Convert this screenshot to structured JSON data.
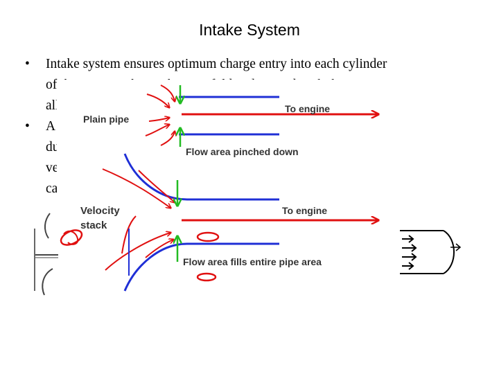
{
  "slide": {
    "title": "Intake System",
    "bullets": [
      {
        "marker": "•",
        "lines": [
          "Intake system ensures optimum charge entry into each cylinder",
          "of the engine. The intake manifold is designed such that it",
          "allows"
        ]
      },
      {
        "marker": "•",
        "lines": [
          "A velocity stack is fitted at the entry of intake which is a",
          "duct with a bell mouth shape which allows a very high",
          "velocity of air entry. Its size and location",
          "can"
        ]
      }
    ]
  },
  "diagram": {
    "plain_pipe_label": "Plain pipe",
    "to_engine_top": "To engine",
    "pinched_label": "Flow area pinched down",
    "velocity_stack_label_1": "Velocity",
    "velocity_stack_label_2": "stack",
    "to_engine_bottom": "To engine",
    "fills_label": "Flow area fills entire pipe area",
    "colors": {
      "pipe": "#1f2fd6",
      "flow": "#e01010",
      "arrow": "#22bb22",
      "text": "#333333"
    }
  }
}
